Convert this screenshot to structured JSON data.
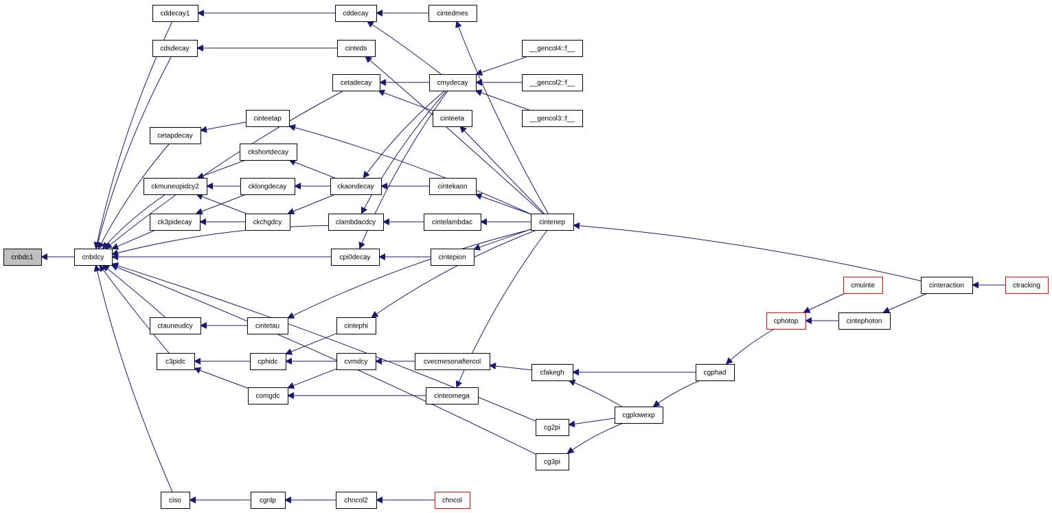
{
  "graph": {
    "nodes": [
      {
        "id": "cnbdc1",
        "label": "cnbdc1",
        "style": "highlight"
      },
      {
        "id": "cnbdcy",
        "label": "cnbdcy",
        "style": "normal"
      },
      {
        "id": "cddecay1",
        "label": "cddecay1",
        "style": "normal"
      },
      {
        "id": "cdsdecay",
        "label": "cdsdecay",
        "style": "normal"
      },
      {
        "id": "cetapdecay",
        "label": "cetapdecay",
        "style": "normal"
      },
      {
        "id": "ckmuneupidcy2",
        "label": "ckmuneupidcy2",
        "style": "normal"
      },
      {
        "id": "ck3pidecay",
        "label": "ck3pidecay",
        "style": "normal"
      },
      {
        "id": "ctauneudcy",
        "label": "ctauneudcy",
        "style": "normal"
      },
      {
        "id": "c3pidc",
        "label": "c3pidc",
        "style": "normal"
      },
      {
        "id": "ciso",
        "label": "ciso",
        "style": "normal"
      },
      {
        "id": "cddecay",
        "label": "cddecay",
        "style": "normal"
      },
      {
        "id": "cinteds",
        "label": "cinteds",
        "style": "normal"
      },
      {
        "id": "cetadecay",
        "label": "cetadecay",
        "style": "normal"
      },
      {
        "id": "cinteetap",
        "label": "cinteetap",
        "style": "normal"
      },
      {
        "id": "ckshortdecay",
        "label": "ckshortdecay",
        "style": "normal"
      },
      {
        "id": "cklongdecay",
        "label": "cklongdecay",
        "style": "normal"
      },
      {
        "id": "ckchgdcy",
        "label": "ckchgdcy",
        "style": "normal"
      },
      {
        "id": "clambdacdcy",
        "label": "clambdacdcy",
        "style": "normal"
      },
      {
        "id": "cpi0decay",
        "label": "cpi0decay",
        "style": "normal"
      },
      {
        "id": "cintetau",
        "label": "cintetau",
        "style": "normal"
      },
      {
        "id": "cphidc",
        "label": "cphidc",
        "style": "normal"
      },
      {
        "id": "comgdc",
        "label": "comgdc",
        "style": "normal"
      },
      {
        "id": "cgnlp",
        "label": "cgnlp",
        "style": "normal"
      },
      {
        "id": "cintedmes",
        "label": "cintedmes",
        "style": "normal"
      },
      {
        "id": "cmydecay",
        "label": "cmydecay",
        "style": "normal"
      },
      {
        "id": "cinteeta",
        "label": "cinteeta",
        "style": "normal"
      },
      {
        "id": "ckaondecay",
        "label": "ckaondecay",
        "style": "normal"
      },
      {
        "id": "cintekaon",
        "label": "cintekaon",
        "style": "normal"
      },
      {
        "id": "cintelambdac",
        "label": "cintelambdac",
        "style": "normal"
      },
      {
        "id": "cintepion",
        "label": "cintepion",
        "style": "normal"
      },
      {
        "id": "cintephi",
        "label": "cintephi",
        "style": "normal"
      },
      {
        "id": "cvmdcy",
        "label": "cvmdcy",
        "style": "normal"
      },
      {
        "id": "cvecmesonaftercol",
        "label": "cvecmesonaftercol",
        "style": "normal"
      },
      {
        "id": "cinteomega",
        "label": "cinteomega",
        "style": "normal"
      },
      {
        "id": "chncol2",
        "label": "chncol2",
        "style": "normal"
      },
      {
        "id": "chncol",
        "label": "chncol",
        "style": "truncated"
      },
      {
        "id": "gencol4",
        "label": "__gencol4::f__",
        "style": "normal"
      },
      {
        "id": "gencol2",
        "label": "__gencol2::f__",
        "style": "normal"
      },
      {
        "id": "gencol3",
        "label": "__gencol3::f__",
        "style": "normal"
      },
      {
        "id": "cintenep",
        "label": "cintenep",
        "style": "normal"
      },
      {
        "id": "cg2pi",
        "label": "cg2pi",
        "style": "normal"
      },
      {
        "id": "cg3pi",
        "label": "cg3pi",
        "style": "normal"
      },
      {
        "id": "cfakegh",
        "label": "cfakegh",
        "style": "normal"
      },
      {
        "id": "cgplowexp",
        "label": "cgplowexp",
        "style": "normal"
      },
      {
        "id": "cgphad",
        "label": "cgphad",
        "style": "normal"
      },
      {
        "id": "cphotop",
        "label": "cphotop",
        "style": "truncated"
      },
      {
        "id": "cmuinte",
        "label": "cmuinte",
        "style": "truncated"
      },
      {
        "id": "cintephoton",
        "label": "cintephoton",
        "style": "normal"
      },
      {
        "id": "cinteraction",
        "label": "cinteraction",
        "style": "normal"
      },
      {
        "id": "ctracking",
        "label": "ctracking",
        "style": "truncated"
      }
    ],
    "edges": [
      {
        "from": "cnbdcy",
        "to": "cnbdc1"
      },
      {
        "from": "cddecay1",
        "to": "cnbdcy"
      },
      {
        "from": "cdsdecay",
        "to": "cnbdcy"
      },
      {
        "from": "cetadecay",
        "to": "cnbdcy"
      },
      {
        "from": "cetapdecay",
        "to": "cnbdcy"
      },
      {
        "from": "ckmuneupidcy2",
        "to": "cnbdcy"
      },
      {
        "from": "ck3pidecay",
        "to": "cnbdcy"
      },
      {
        "from": "clambdacdcy",
        "to": "cnbdcy"
      },
      {
        "from": "cpi0decay",
        "to": "cnbdcy"
      },
      {
        "from": "ctauneudcy",
        "to": "cnbdcy"
      },
      {
        "from": "c3pidc",
        "to": "cnbdcy"
      },
      {
        "from": "cg2pi",
        "to": "cnbdcy"
      },
      {
        "from": "cg3pi",
        "to": "cnbdcy"
      },
      {
        "from": "ciso",
        "to": "cnbdcy"
      },
      {
        "from": "cddecay",
        "to": "cddecay1"
      },
      {
        "from": "cinteds",
        "to": "cdsdecay"
      },
      {
        "from": "cinteetap",
        "to": "cetapdecay"
      },
      {
        "from": "ckshortdecay",
        "to": "ckmuneupidcy2"
      },
      {
        "from": "cklongdecay",
        "to": "ckmuneupidcy2"
      },
      {
        "from": "ckchgdcy",
        "to": "ckmuneupidcy2"
      },
      {
        "from": "cklongdecay",
        "to": "ck3pidecay"
      },
      {
        "from": "ckchgdcy",
        "to": "ck3pidecay"
      },
      {
        "from": "cintetau",
        "to": "ctauneudcy"
      },
      {
        "from": "cphidc",
        "to": "c3pidc"
      },
      {
        "from": "comgdc",
        "to": "c3pidc"
      },
      {
        "from": "cgnlp",
        "to": "ciso"
      },
      {
        "from": "cintedmes",
        "to": "cddecay"
      },
      {
        "from": "cmydecay",
        "to": "cddecay"
      },
      {
        "from": "cintenep",
        "to": "cinteds"
      },
      {
        "from": "cmydecay",
        "to": "cetadecay"
      },
      {
        "from": "cinteeta",
        "to": "cetadecay"
      },
      {
        "from": "cintenep",
        "to": "cinteetap"
      },
      {
        "from": "ckaondecay",
        "to": "ckshortdecay"
      },
      {
        "from": "ckaondecay",
        "to": "cklongdecay"
      },
      {
        "from": "ckaondecay",
        "to": "ckchgdcy"
      },
      {
        "from": "cmydecay",
        "to": "clambdacdcy"
      },
      {
        "from": "cintelambdac",
        "to": "clambdacdcy"
      },
      {
        "from": "cmydecay",
        "to": "cpi0decay"
      },
      {
        "from": "cintepion",
        "to": "cpi0decay"
      },
      {
        "from": "cintenep",
        "to": "cintetau"
      },
      {
        "from": "cintephi",
        "to": "cphidc"
      },
      {
        "from": "cvmdcy",
        "to": "cphidc"
      },
      {
        "from": "cvmdcy",
        "to": "comgdc"
      },
      {
        "from": "cinteomega",
        "to": "comgdc"
      },
      {
        "from": "chncol2",
        "to": "cgnlp"
      },
      {
        "from": "cintenep",
        "to": "cintedmes"
      },
      {
        "from": "gencol4",
        "to": "cmydecay"
      },
      {
        "from": "gencol2",
        "to": "cmydecay"
      },
      {
        "from": "gencol3",
        "to": "cmydecay"
      },
      {
        "from": "cintenep",
        "to": "cinteeta"
      },
      {
        "from": "cmydecay",
        "to": "ckaondecay"
      },
      {
        "from": "cintekaon",
        "to": "ckaondecay"
      },
      {
        "from": "cintenep",
        "to": "cintekaon"
      },
      {
        "from": "cintenep",
        "to": "cintelambdac"
      },
      {
        "from": "cintenep",
        "to": "cintepion"
      },
      {
        "from": "cintenep",
        "to": "cintephi"
      },
      {
        "from": "cvecmesonaftercol",
        "to": "cvmdcy"
      },
      {
        "from": "cintenep",
        "to": "cinteomega"
      },
      {
        "from": "cfakegh",
        "to": "cvecmesonaftercol"
      },
      {
        "from": "chncol",
        "to": "chncol2"
      },
      {
        "from": "cinteraction",
        "to": "cintenep"
      },
      {
        "from": "cgplowexp",
        "to": "cg2pi"
      },
      {
        "from": "cgplowexp",
        "to": "cg3pi"
      },
      {
        "from": "cgphad",
        "to": "cfakegh"
      },
      {
        "from": "cgplowexp",
        "to": "cfakegh"
      },
      {
        "from": "cgphad",
        "to": "cgplowexp"
      },
      {
        "from": "cphotop",
        "to": "cgphad"
      },
      {
        "from": "cmuinte",
        "to": "cphotop"
      },
      {
        "from": "cintephoton",
        "to": "cphotop"
      },
      {
        "from": "cinteraction",
        "to": "cintephoton"
      },
      {
        "from": "ctracking",
        "to": "cinteraction"
      }
    ]
  },
  "colors": {
    "edge": "#191970",
    "node_border": "#000000",
    "node_fill": "#ffffff",
    "highlight_fill": "#bfbfbf",
    "truncated_border": "#ff0000"
  }
}
